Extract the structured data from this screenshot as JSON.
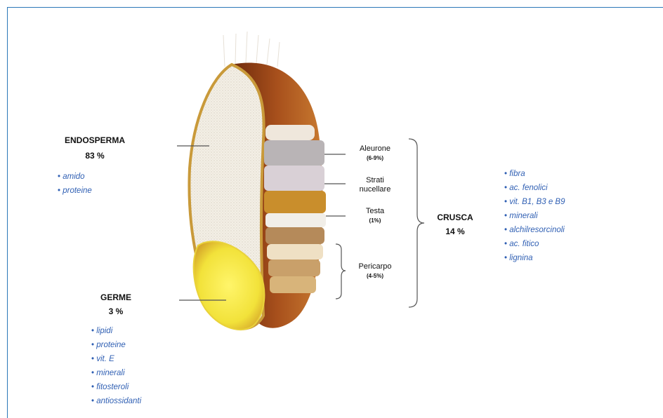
{
  "endosperma": {
    "title": "ENDOSPERMA",
    "pct": "83 %",
    "items": [
      "amido",
      "proteine"
    ]
  },
  "germe": {
    "title": "GERME",
    "pct": "3 %",
    "items": [
      "lipidi",
      "proteine",
      "vit. E",
      "minerali",
      "fitosteroli",
      "antiossidanti"
    ]
  },
  "layers": {
    "aleurone": {
      "name": "Aleurone",
      "pct": "(6-9%)"
    },
    "strati": {
      "name1": "Strati",
      "name2": "nucellare"
    },
    "testa": {
      "name": "Testa",
      "pct": "(1%)"
    },
    "pericarpo": {
      "name": "Pericarpo",
      "pct": "(4-5%)"
    }
  },
  "crusca": {
    "title": "CRUSCA",
    "pct": "14 %",
    "items": [
      "fibra",
      "ac. fenolici",
      "vit. B1, B3 e B9",
      "minerali",
      "alchilresorcinoli",
      "ac. fitico",
      "lignina"
    ]
  },
  "colors": {
    "frame": "#2b78b8",
    "list_text": "#2f5fb3",
    "bran": "#8b3a12",
    "germ": "#f2e23a"
  }
}
